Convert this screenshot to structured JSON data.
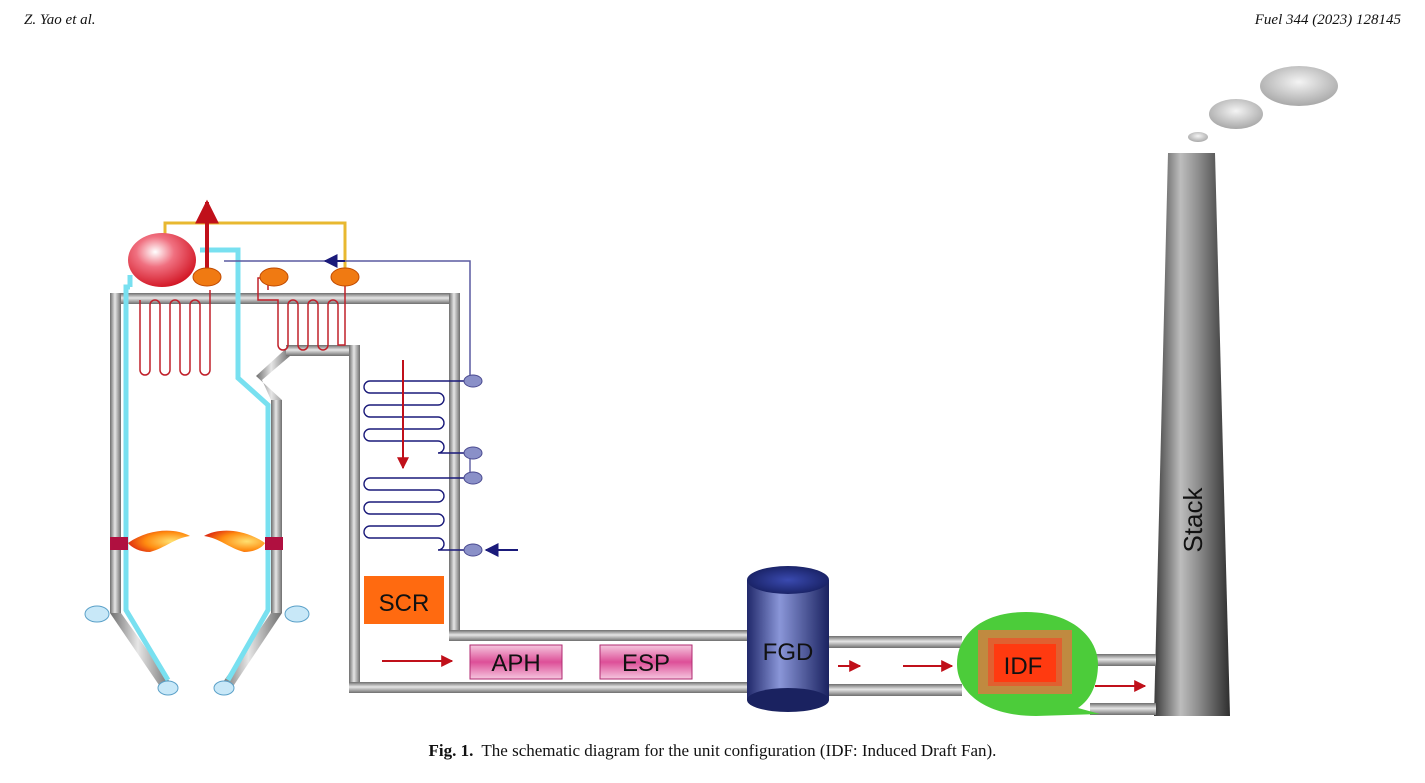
{
  "header": {
    "author": "Z. Yao et al.",
    "journal": "Fuel 344 (2023) 128145"
  },
  "labels": {
    "scr": "SCR",
    "aph": "APH",
    "esp": "ESP",
    "fgd": "FGD",
    "idf": "IDF",
    "stack": "Stack"
  },
  "caption": {
    "number": "Fig. 1.",
    "text": "The schematic diagram for the unit configuration (IDF: Induced Draft Fan)."
  },
  "colors": {
    "duct": "#a9a9a9",
    "water_wall": "#78e0f0",
    "superheater": "#c0202a",
    "economizer": "#1a1a7a",
    "flow_arrow": "#c0101a",
    "scr": "#ff6a10",
    "aph_esp": "#e05aa0",
    "fgd": "#3a4aa0",
    "idf_casing": "#4ccc3a",
    "idf_core": "#ff3a10",
    "stack": "#5a5a5a",
    "yellow_line": "#e8b830"
  }
}
